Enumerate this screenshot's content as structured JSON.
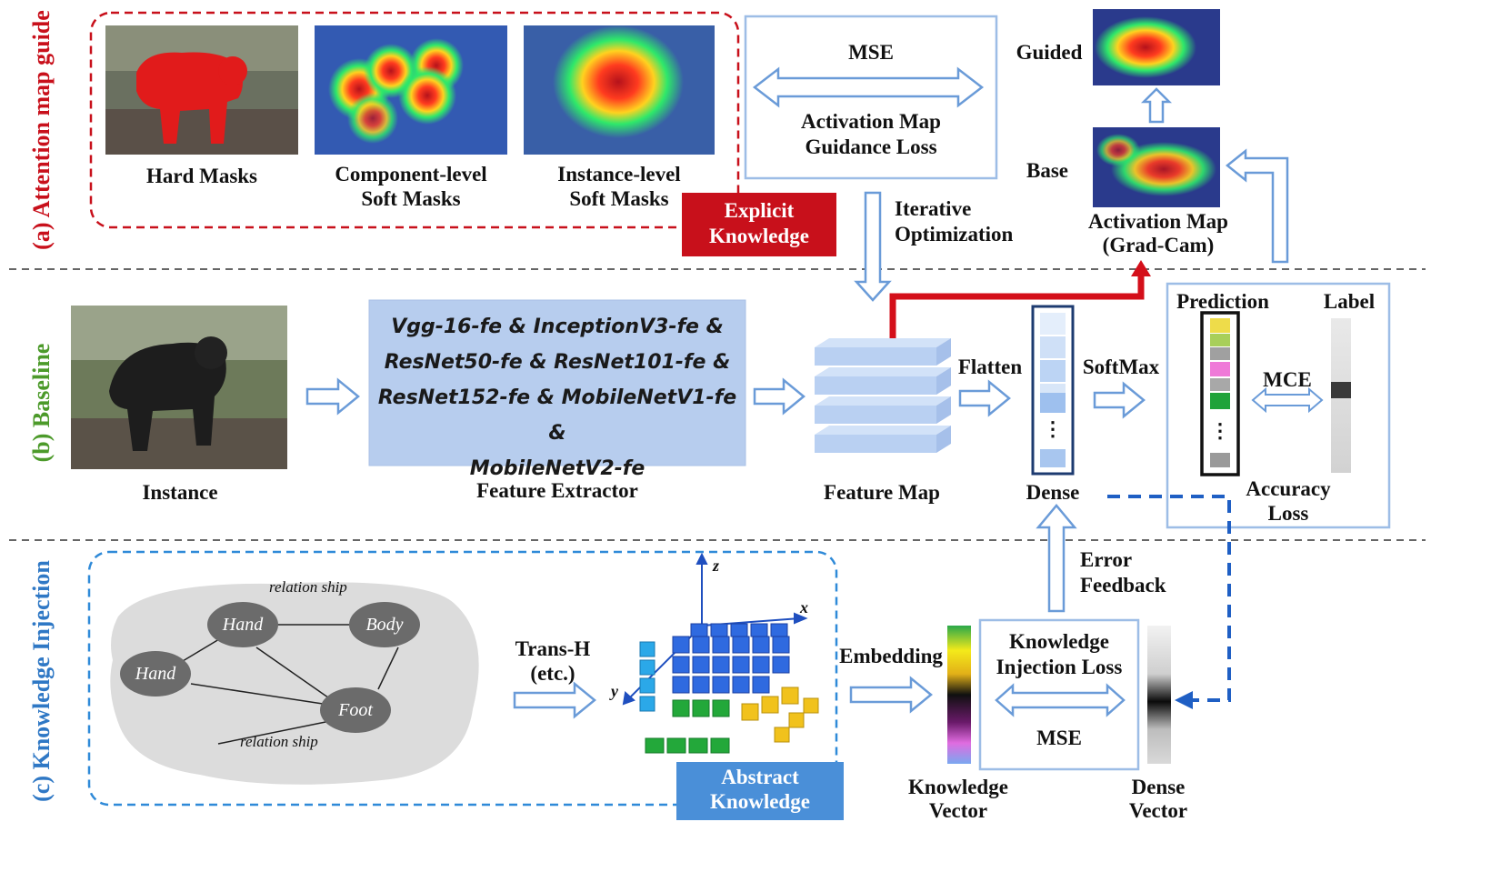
{
  "sections": {
    "a": "(a) Attention map guide",
    "b": "(b) Baseline",
    "c": "(c) Knowledge Injection"
  },
  "colors": {
    "a": "#c8101b",
    "b": "#4c9a2a",
    "c": "#2f78c5"
  },
  "masks": {
    "hard": "Hard Masks",
    "component_line1": "Component-level",
    "component_line2": "Soft Masks",
    "instance_line1": "Instance-level",
    "instance_line2": "Soft Masks",
    "explicit_line1": "Explicit",
    "explicit_line2": "Knowledge"
  },
  "mse_box": {
    "title": "MSE",
    "line1": "Activation Map",
    "line2": "Guidance Loss"
  },
  "iterative": {
    "line1": "Iterative",
    "line2": "Optimization"
  },
  "activation": {
    "guided": "Guided",
    "base": "Base",
    "line1": "Activation Map",
    "line2": "(Grad-Cam)"
  },
  "baseline": {
    "instance": "Instance",
    "fe_lines": [
      "Vgg-16-fe & InceptionV3-fe &",
      "ResNet50-fe & ResNet101-fe &",
      "ResNet152-fe & MobileNetV1-fe &",
      "MobileNetV2-fe"
    ],
    "feature_extractor": "Feature Extractor",
    "feature_map": "Feature Map",
    "flatten": "Flatten",
    "dense": "Dense",
    "dense_dots": "⋮",
    "softmax": "SoftMax",
    "prediction": "Prediction",
    "label": "Label",
    "mce": "MCE",
    "acc_line1": "Accuracy",
    "acc_line2": "Loss"
  },
  "knowledge": {
    "relation1": "relation ship",
    "relation2": "relation ship",
    "nodes": [
      "Hand",
      "Body",
      "Hand",
      "Foot"
    ],
    "transh_line1": "Trans-H",
    "transh_line2": "(etc.)",
    "axis_x": "x",
    "axis_y": "y",
    "axis_z": "z",
    "abstract_line1": "Abstract",
    "abstract_line2": "Knowledge",
    "embedding": "Embedding",
    "kil_line1": "Knowledge",
    "kil_line2": "Injection Loss",
    "kil_mse": "MSE",
    "kv_line1": "Knowledge",
    "kv_line2": "Vector",
    "dv_line1": "Dense",
    "dv_line2": "Vector",
    "error_line1": "Error",
    "error_line2": "Feedback"
  }
}
